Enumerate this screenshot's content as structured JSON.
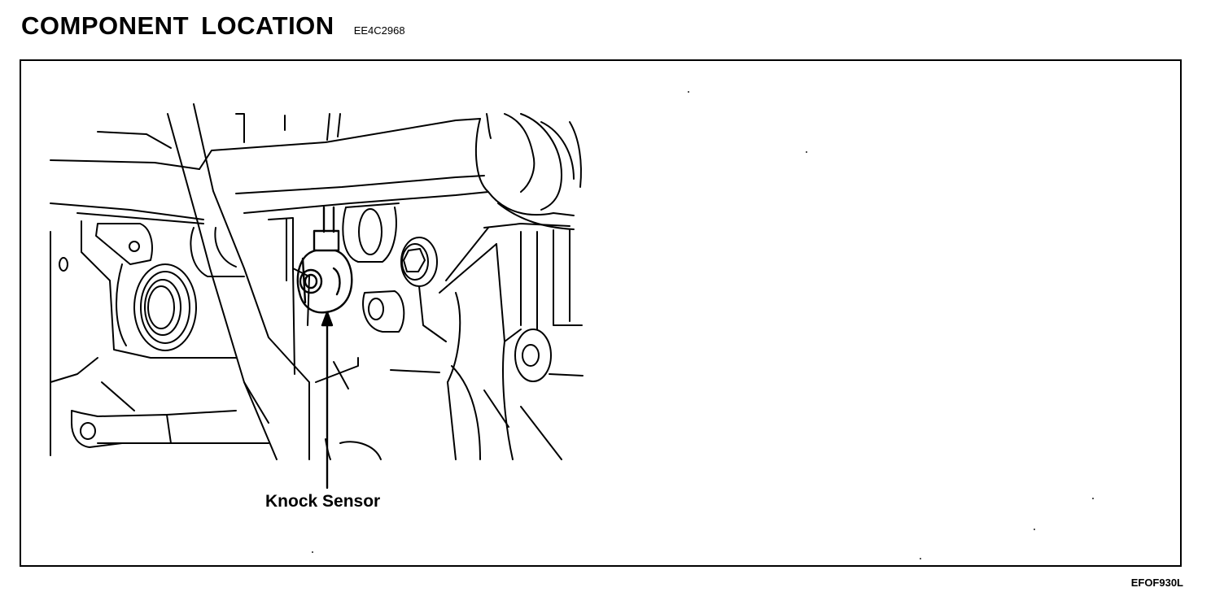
{
  "header": {
    "title": "COMPONENT LOCATION",
    "code": "EE4C2968"
  },
  "diagram": {
    "callout_label": "Knock Sensor",
    "figure_code": "EFOF930L"
  }
}
